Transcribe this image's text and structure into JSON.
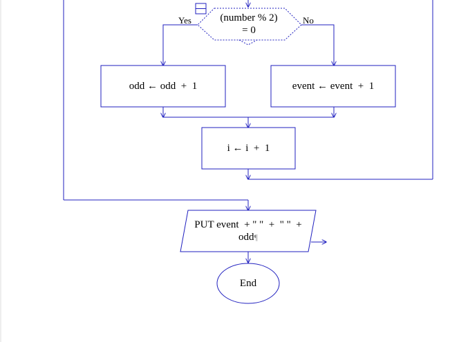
{
  "colors": {
    "stroke": "#1f1fbf",
    "background": "#ffffff",
    "text": "#000000"
  },
  "icons": {
    "collapse": "collapse-toggle-icon"
  },
  "decision": {
    "line1": "(number % 2)",
    "line2": "= 0",
    "yes_label": "Yes",
    "no_label": "No"
  },
  "process_odd": {
    "text": "odd ← odd  +  1"
  },
  "process_event": {
    "text": "event ← event  +  1"
  },
  "process_i": {
    "text": "i ← i  +  1"
  },
  "output": {
    "line1": "PUT event  + \" \"  +  \" \"  +",
    "line2": "odd",
    "pilcrow": "¶"
  },
  "terminal_end": {
    "text": "End"
  }
}
